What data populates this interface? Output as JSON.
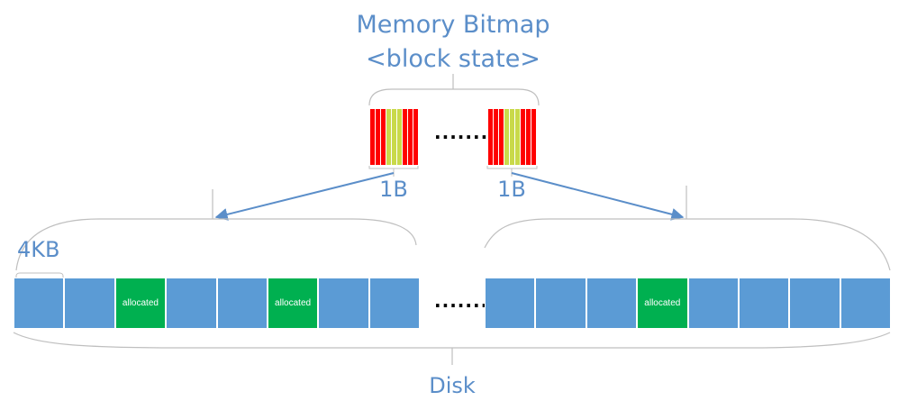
{
  "title": {
    "line1": "Memory Bitmap",
    "line2": "<block state>"
  },
  "bitmap_byte_label": "1B",
  "block_size_label": "4KB",
  "disk_label": "Disk",
  "ellipsis": "........",
  "allocated_label": "allocated",
  "colors": {
    "label": "#5b8ec9",
    "free_block": "#5b9bd5",
    "allocated_block": "#00b050",
    "bit_clear": "#ff0000",
    "bit_set": "#c9d94a",
    "arrow": "#5b8ec9",
    "bracket": "#bfbfbf"
  },
  "bitmap_groups": [
    {
      "bits": [
        0,
        0,
        0,
        1,
        1,
        1,
        0,
        0,
        0
      ]
    },
    {
      "bits": [
        0,
        0,
        0,
        1,
        1,
        1,
        0,
        0,
        0
      ]
    }
  ],
  "disk_groups": [
    {
      "blocks": [
        "free",
        "free",
        "allocated",
        "free",
        "free",
        "allocated",
        "free",
        "free"
      ]
    },
    {
      "blocks": [
        "free",
        "free",
        "free",
        "allocated",
        "free",
        "free",
        "free",
        "free"
      ]
    }
  ]
}
